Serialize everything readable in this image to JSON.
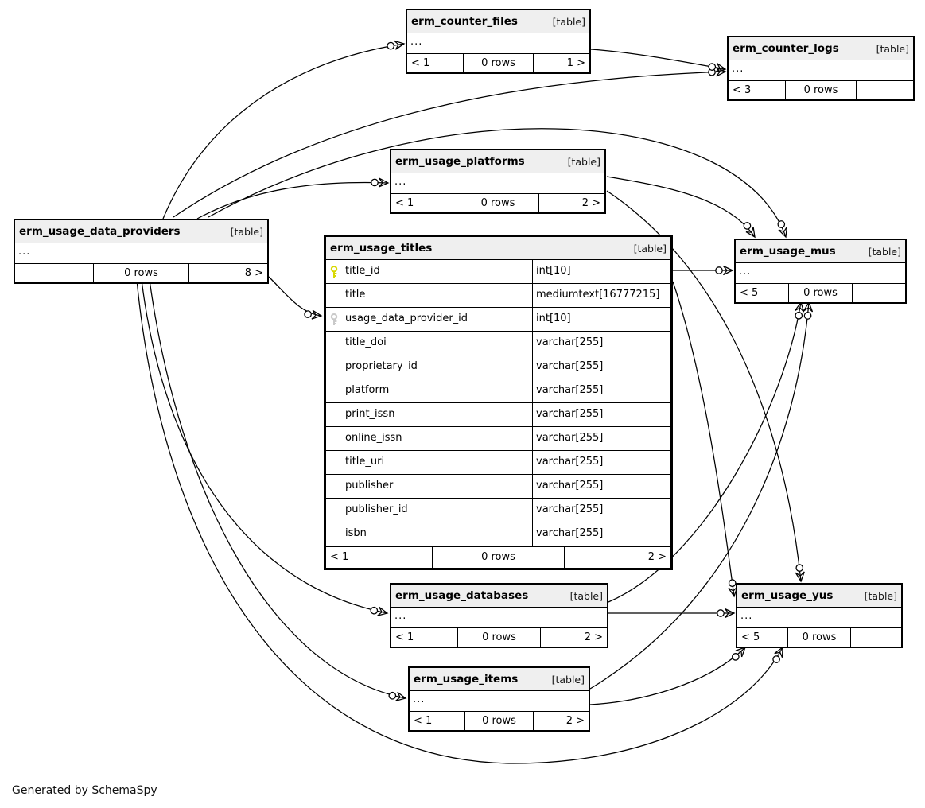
{
  "diagram": {
    "generator_note": "Generated by SchemaSpy",
    "relationships": [
      "erm_usage_data_providers -> erm_counter_files",
      "erm_usage_data_providers -> erm_counter_logs",
      "erm_counter_files -> erm_counter_logs",
      "erm_usage_data_providers -> erm_usage_platforms",
      "erm_usage_data_providers -> erm_usage_titles",
      "erm_usage_data_providers -> erm_usage_databases",
      "erm_usage_data_providers -> erm_usage_items",
      "erm_usage_data_providers -> erm_usage_mus",
      "erm_usage_data_providers -> erm_usage_yus",
      "erm_usage_platforms -> erm_usage_mus",
      "erm_usage_platforms -> erm_usage_yus",
      "erm_usage_titles -> erm_usage_mus",
      "erm_usage_titles -> erm_usage_yus",
      "erm_usage_databases -> erm_usage_mus",
      "erm_usage_databases -> erm_usage_yus",
      "erm_usage_items -> erm_usage_mus",
      "erm_usage_items -> erm_usage_yus"
    ],
    "key_colors": {
      "primary": "#d8d800",
      "foreign": "#c9c9c9"
    }
  },
  "tables": [
    {
      "name": "erm_counter_files",
      "tag": "[table]",
      "ellipsis": "...",
      "footer": {
        "left": "< 1",
        "center": "0 rows",
        "right": "1 >"
      }
    },
    {
      "name": "erm_counter_logs",
      "tag": "[table]",
      "ellipsis": "...",
      "footer": {
        "left": "< 3",
        "center": "0 rows",
        "right": ""
      }
    },
    {
      "name": "erm_usage_platforms",
      "tag": "[table]",
      "ellipsis": "...",
      "footer": {
        "left": "< 1",
        "center": "0 rows",
        "right": "2 >"
      }
    },
    {
      "name": "erm_usage_data_providers",
      "tag": "[table]",
      "ellipsis": "...",
      "footer": {
        "left": "",
        "center": "0 rows",
        "right": "8 >"
      }
    },
    {
      "name": "erm_usage_titles",
      "tag": "[table]",
      "columns": [
        {
          "name": "title_id",
          "type": "int[10]",
          "key": "pk"
        },
        {
          "name": "title",
          "type": "mediumtext[16777215]",
          "key": ""
        },
        {
          "name": "usage_data_provider_id",
          "type": "int[10]",
          "key": "fk"
        },
        {
          "name": "title_doi",
          "type": "varchar[255]",
          "key": ""
        },
        {
          "name": "proprietary_id",
          "type": "varchar[255]",
          "key": ""
        },
        {
          "name": "platform",
          "type": "varchar[255]",
          "key": ""
        },
        {
          "name": "print_issn",
          "type": "varchar[255]",
          "key": ""
        },
        {
          "name": "online_issn",
          "type": "varchar[255]",
          "key": ""
        },
        {
          "name": "title_uri",
          "type": "varchar[255]",
          "key": ""
        },
        {
          "name": "publisher",
          "type": "varchar[255]",
          "key": ""
        },
        {
          "name": "publisher_id",
          "type": "varchar[255]",
          "key": ""
        },
        {
          "name": "isbn",
          "type": "varchar[255]",
          "key": ""
        }
      ],
      "footer": {
        "left": "< 1",
        "center": "0 rows",
        "right": "2 >"
      }
    },
    {
      "name": "erm_usage_mus",
      "tag": "[table]",
      "ellipsis": "...",
      "footer": {
        "left": "< 5",
        "center": "0 rows",
        "right": ""
      }
    },
    {
      "name": "erm_usage_databases",
      "tag": "[table]",
      "ellipsis": "...",
      "footer": {
        "left": "< 1",
        "center": "0 rows",
        "right": "2 >"
      }
    },
    {
      "name": "erm_usage_yus",
      "tag": "[table]",
      "ellipsis": "...",
      "footer": {
        "left": "< 5",
        "center": "0 rows",
        "right": ""
      }
    },
    {
      "name": "erm_usage_items",
      "tag": "[table]",
      "ellipsis": "...",
      "footer": {
        "left": "< 1",
        "center": "0 rows",
        "right": "2 >"
      }
    }
  ]
}
